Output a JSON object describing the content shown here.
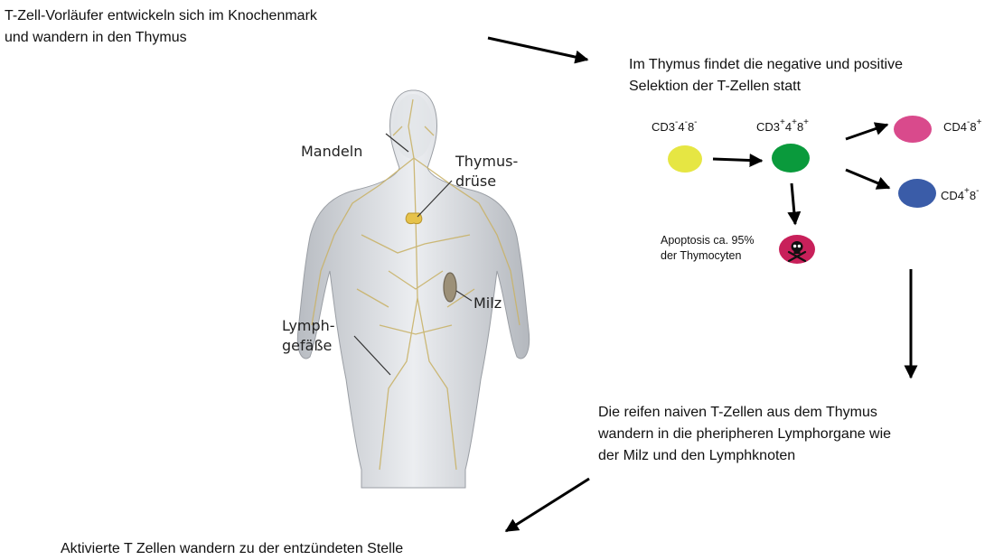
{
  "texts": {
    "step1": "T-Zell-Vorläufer entwickeln sich im Knochenmark\nund  wandern in den Thymus",
    "step2": "Im Thymus findet die negative und positive\nSelektion der T-Zellen statt",
    "step3": "Die reifen naiven T-Zellen aus dem Thymus\nwandern in die pheripheren Lymphorgane wie\nder Milz und den Lymphknoten",
    "step4": "Aktivierte T Zellen wandern zu der entzündeten Stelle",
    "apoptosis": "Apoptosis ca. 95%\nder Thymocyten"
  },
  "body_labels": {
    "mandeln": "Mandeln",
    "thymus": "Thymus-\ndrüse",
    "milz": "Milz",
    "lymph": "Lymph-\ngefäße"
  },
  "cells": {
    "triple_negative": {
      "base": "CD3",
      "parts": [
        {
          "t": "4",
          "s": "-"
        },
        {
          "t": "8",
          "s": "-"
        }
      ],
      "sup0": "-",
      "color": "#e6e643"
    },
    "double_positive": {
      "base": "CD3",
      "parts": [
        {
          "t": "4",
          "s": "+"
        },
        {
          "t": "8",
          "s": "+"
        }
      ],
      "sup0": "+",
      "color": "#0a9a3c"
    },
    "cd8": {
      "base": "CD4",
      "parts": [
        {
          "t": "8",
          "s": "+"
        }
      ],
      "sup0": "-",
      "color": "#d94a8c"
    },
    "cd4": {
      "base": "CD4",
      "parts": [
        {
          "t": "8",
          "s": "-"
        }
      ],
      "sup0": "+",
      "color": "#3a5ca8"
    },
    "dead": {
      "color": "#c8205a"
    }
  },
  "icons": {
    "skull": "skull-crossbones-icon"
  }
}
